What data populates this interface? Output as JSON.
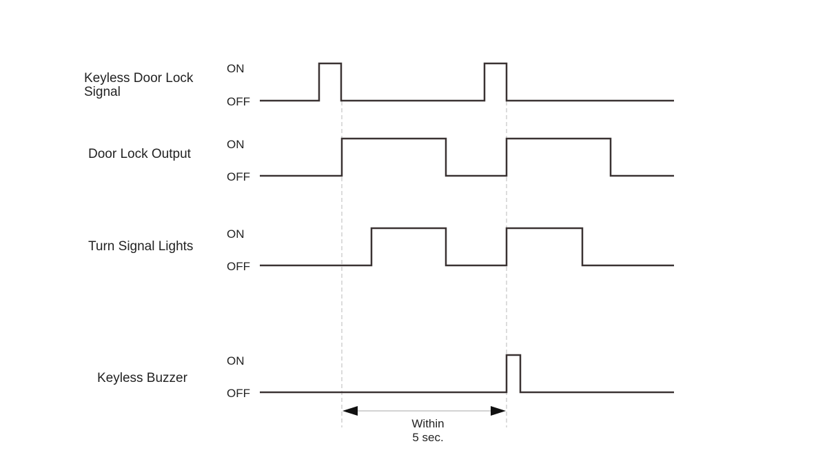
{
  "signals": [
    {
      "name": "Keyless Door Lock Signal",
      "name_lines": [
        "Keyless Door Lock",
        "Signal"
      ],
      "on_label": "ON",
      "off_label": "OFF",
      "transitions": [
        463,
        495,
        703,
        735
      ]
    },
    {
      "name": "Door Lock Output",
      "name_lines": [
        "Door Lock Output"
      ],
      "on_label": "ON",
      "off_label": "OFF",
      "transitions": [
        496,
        647,
        735,
        886
      ]
    },
    {
      "name": "Turn Signal Lights",
      "name_lines": [
        "Turn Signal Lights"
      ],
      "on_label": "ON",
      "off_label": "OFF",
      "transitions": [
        539,
        647,
        735,
        845
      ]
    },
    {
      "name": "Keyless Buzzer",
      "name_lines": [
        "Keyless Buzzer"
      ],
      "on_label": "ON",
      "off_label": "OFF",
      "transitions": [
        735,
        755
      ]
    }
  ],
  "interval_note": {
    "line1": "Within",
    "line2": "5 sec."
  },
  "colors": {
    "waveform": "#3a3232",
    "guide": "#c4c4c4",
    "arrowhead": "#111111"
  }
}
